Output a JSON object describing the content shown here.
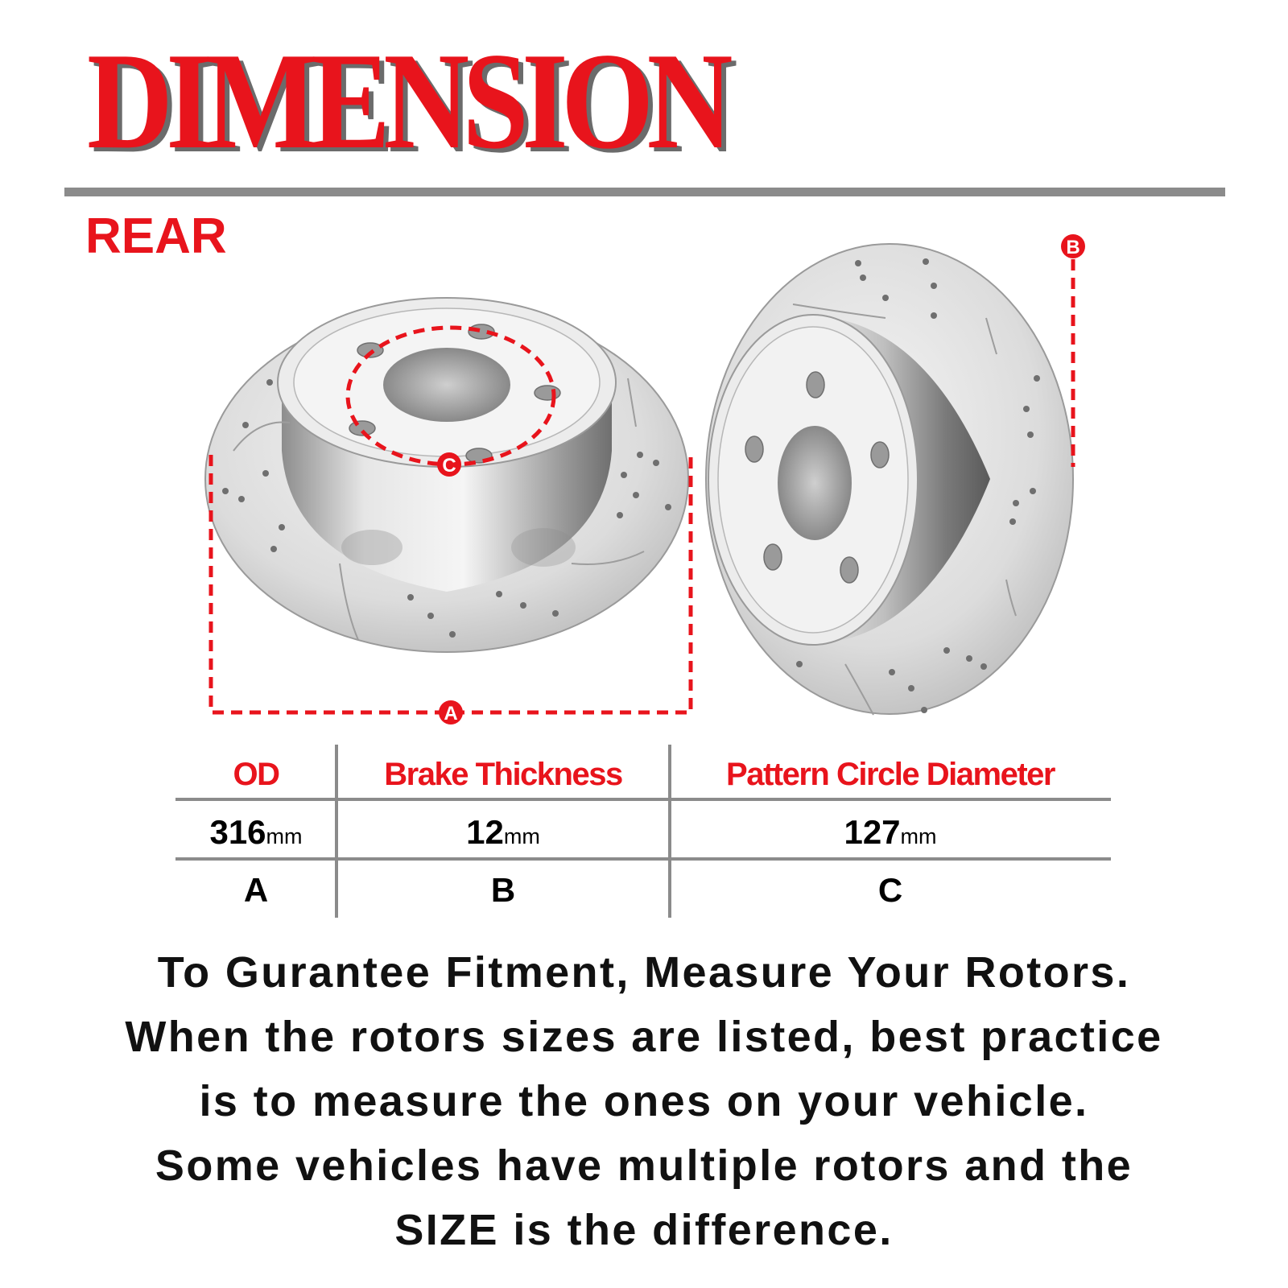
{
  "title": "DIMENSION",
  "section_label": "REAR",
  "markers": {
    "a": "A",
    "b": "B",
    "c": "C"
  },
  "table": {
    "headers": [
      "OD",
      "Brake Thickness",
      "Pattern Circle Diameter"
    ],
    "values": [
      {
        "number": "316",
        "unit": "mm"
      },
      {
        "number": "12",
        "unit": "mm"
      },
      {
        "number": "127",
        "unit": "mm"
      }
    ],
    "letters": [
      "A",
      "B",
      "C"
    ]
  },
  "note_lines": [
    "To Gurantee Fitment, Measure Your Rotors.",
    "When the rotors sizes are listed, best practice",
    "is to measure the ones on your vehicle.",
    "Some vehicles have multiple rotors and the",
    "SIZE is the difference."
  ],
  "colors": {
    "accent": "#e8141c",
    "rule": "#8b8b8b",
    "text": "#111111"
  }
}
